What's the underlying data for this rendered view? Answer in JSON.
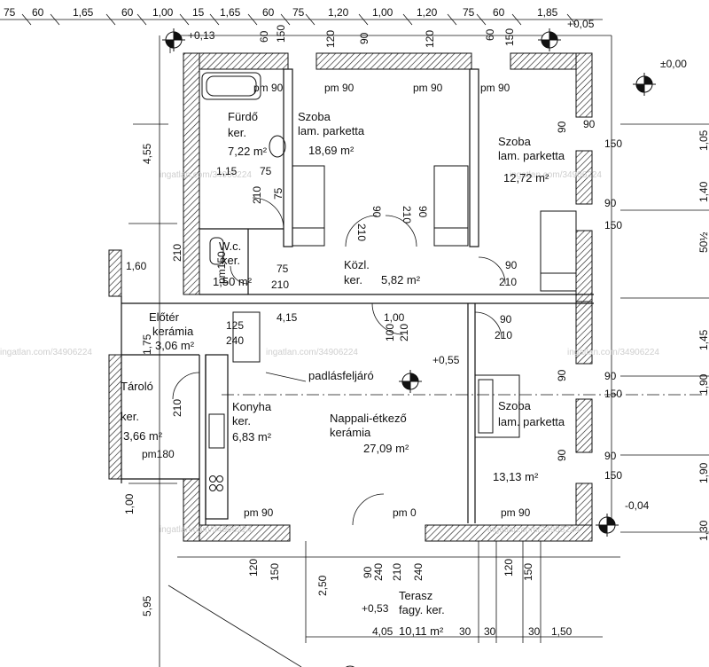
{
  "dimensions_top": [
    "75",
    "60",
    "1,65",
    "60",
    "1,00",
    "15",
    "1,65",
    "60",
    "75",
    "1,20",
    "1,00",
    "1,20",
    "75",
    "60",
    "1,85"
  ],
  "level_marks": [
    "+0,05",
    "±0,00",
    "+0,13",
    "+0,55",
    "-0,04",
    "+0,53"
  ],
  "dimensions_left": [
    "4,55",
    "1,75",
    "5,95",
    "1,00"
  ],
  "dimensions_right": [
    "1,05",
    "1,40",
    "50½",
    "1,45",
    "1,90",
    "1,90",
    "1,30"
  ],
  "dimensions_bottom": [
    "4,05",
    "30",
    "30",
    "30",
    "1,50",
    "2,50"
  ],
  "interior_dims": {
    "wall_thickness_a": "60",
    "wall_thickness_b": "150",
    "wall_thickness_c": "120",
    "wall_thickness_d": "90",
    "door_height": "210",
    "door_width_a": "75",
    "door_width_b": "90",
    "door_width_c": "100",
    "width_a": "1,15",
    "width_b": "4,15",
    "width_c": "1,00",
    "width_d": "125",
    "height_a": "240",
    "pm_a": "pm 90",
    "pm_b": "pm 0",
    "pm_c": "pm180",
    "pm_d": "pm150",
    "entry": "1,60"
  },
  "rooms": [
    {
      "name": "Fürdő",
      "floor": "ker.",
      "area": "7,22 m²"
    },
    {
      "name": "Szoba",
      "floor": "lam. parketta",
      "area": "18,69 m²"
    },
    {
      "name": "Szoba",
      "floor": "lam. parketta",
      "area": "12,72 m²"
    },
    {
      "name": "W.c.",
      "floor": "ker.",
      "area": "1,50 m²"
    },
    {
      "name": "Közl.",
      "floor": "ker.",
      "area": "5,82 m²"
    },
    {
      "name": "Előtér",
      "floor": "kerámia",
      "area": "3,06 m²"
    },
    {
      "name": "Tároló",
      "floor": "ker.",
      "area": "3,66 m²"
    },
    {
      "name": "Konyha",
      "floor": "ker.",
      "area": "6,83 m²"
    },
    {
      "name": "Nappali-étkező",
      "floor": "kerámia",
      "area": "27,09 m²"
    },
    {
      "name": "Szoba",
      "floor": "lam. parketta",
      "area": "13,13 m²"
    },
    {
      "name": "Terasz",
      "floor": "fagy. ker.",
      "area": "10,11 m²"
    }
  ],
  "attic_access_label": "padlásfeljáró",
  "watermark": "ingatlan.com/34906224"
}
